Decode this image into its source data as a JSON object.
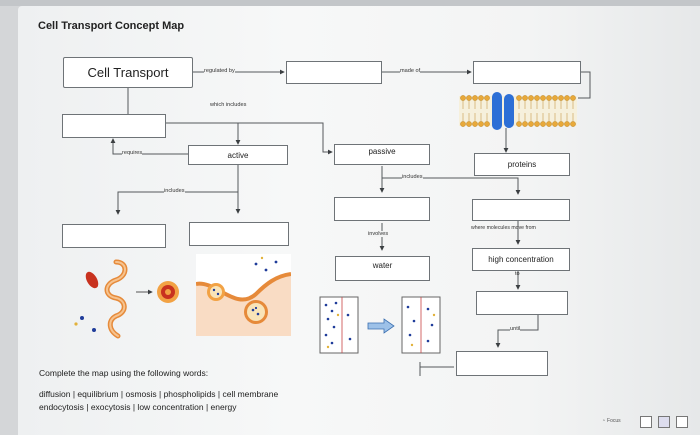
{
  "page": {
    "title": "Cell Transport Concept Map",
    "instructions": "Complete the map using the following words:",
    "word_bank_line1": "diffusion | equilibrium | osmosis | phospholipids | cell membrane",
    "word_bank_line2": "endocytosis | exocytosis | low concentration | energy"
  },
  "boxes": {
    "cell_transport": "Cell Transport",
    "active": "active",
    "passive": "passive",
    "proteins": "proteins",
    "water": "water",
    "high_concentration": "high concentration"
  },
  "links": {
    "regulated_by": "regulated by",
    "made_of": "made of",
    "which_includes": "which includes",
    "requires": "requires",
    "includes_left": "includes",
    "includes_right": "includes",
    "involves": "involves",
    "where_molecules": "where molecules move from",
    "to": "to",
    "until": "until"
  },
  "colors": {
    "membrane_head": "#e8a93a",
    "channel_protein": "#2d6fd6",
    "vesicle_red": "#c8321f",
    "box_border": "#6e7377",
    "dots_blue": "#1f3c9a"
  },
  "taskbar": {
    "focus_label": "Focus"
  }
}
